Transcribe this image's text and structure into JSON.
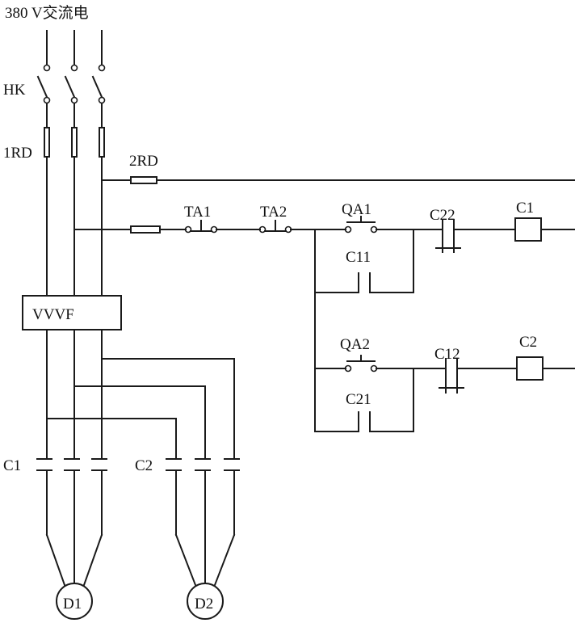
{
  "title": "380 V交流电",
  "labels": {
    "hk": "HK",
    "rd1": "1RD",
    "rd2": "2RD",
    "ta1": "TA1",
    "ta2": "TA2",
    "qa1": "QA1",
    "qa2": "QA2",
    "c22": "C22",
    "c11": "C11",
    "c12": "C12",
    "c21": "C21",
    "coil_c1": "C1",
    "coil_c2": "C2",
    "vvvf": "VVVF",
    "contact_c1": "C1",
    "contact_c2": "C2",
    "motor_d1": "D1",
    "motor_d2": "D2"
  },
  "colors": {
    "line": "#1a1a1a",
    "background": "#ffffff"
  }
}
